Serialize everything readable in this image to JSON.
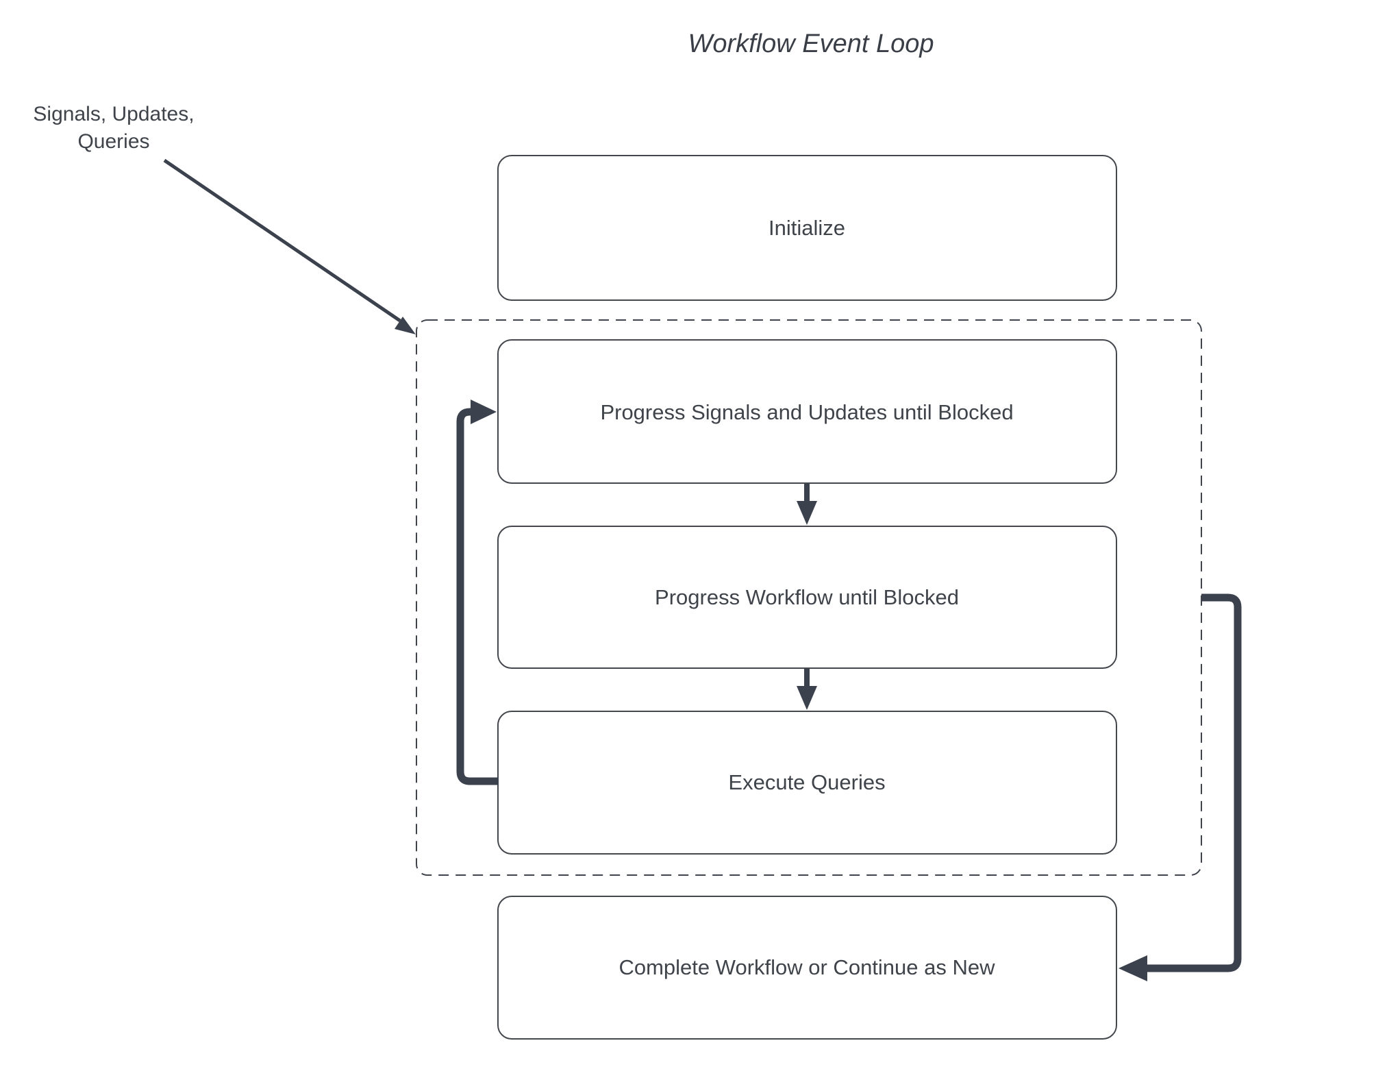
{
  "title": "Workflow Event Loop",
  "annotation": {
    "line1": "Signals, Updates,",
    "line2": "Queries"
  },
  "nodes": {
    "initialize": "Initialize",
    "progress_signals": "Progress Signals and Updates until Blocked",
    "progress_workflow": "Progress Workflow until Blocked",
    "execute_queries": "Execute Queries",
    "complete": "Complete Workflow or Continue as New"
  },
  "colors": {
    "arrow": "#3b414d",
    "box_border": "#44474d",
    "dashed_border": "#3f434c",
    "text": "#3f434a",
    "background": "#ffffff"
  }
}
